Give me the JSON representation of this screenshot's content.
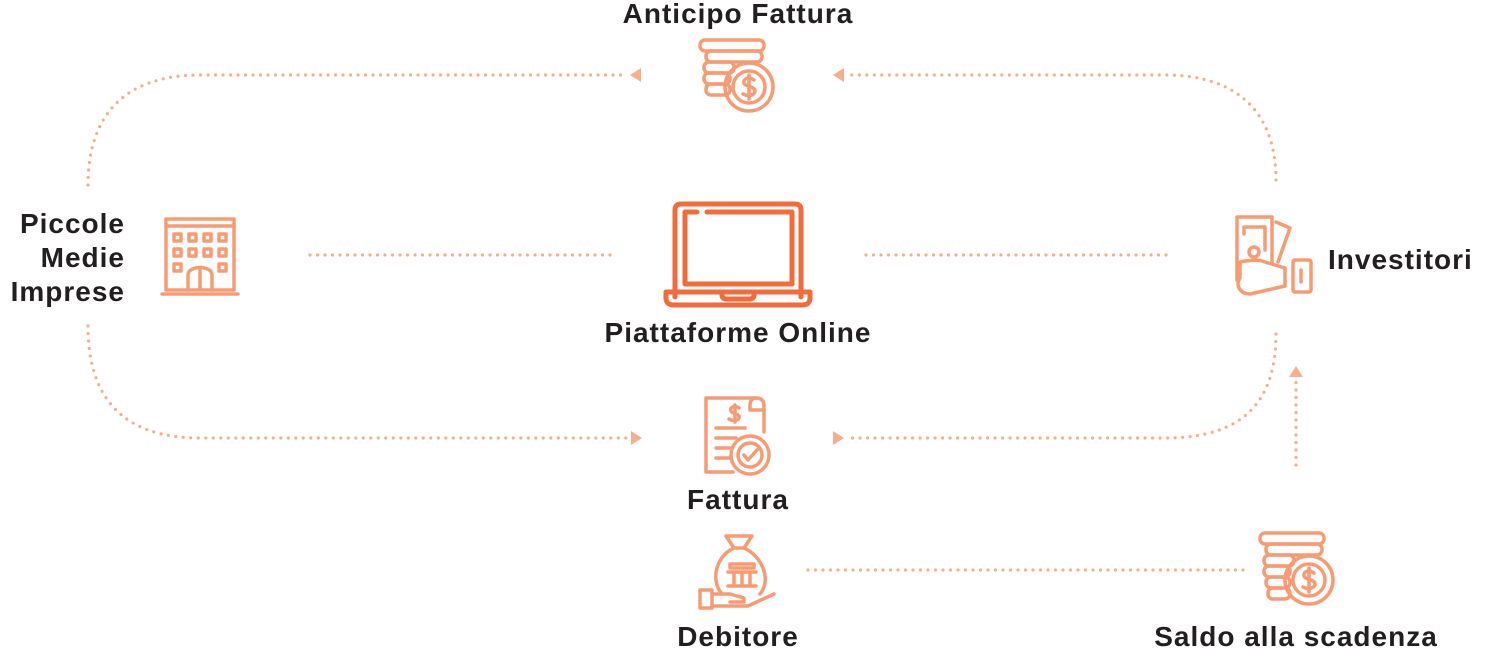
{
  "title": "Anticipo Fattura",
  "nodes": {
    "pmi": [
      "Piccole",
      "Medie",
      "Imprese"
    ],
    "platform": "Piattaforme Online",
    "investors": "Investitori",
    "invoice": "Fattura",
    "debtor": "Debitore",
    "settlement": "Saldo alla scadenza"
  },
  "colors": {
    "primary": "#F26B3A",
    "icon": "#F79B74",
    "connector": "#F7AE8E",
    "text": "#231f20"
  }
}
